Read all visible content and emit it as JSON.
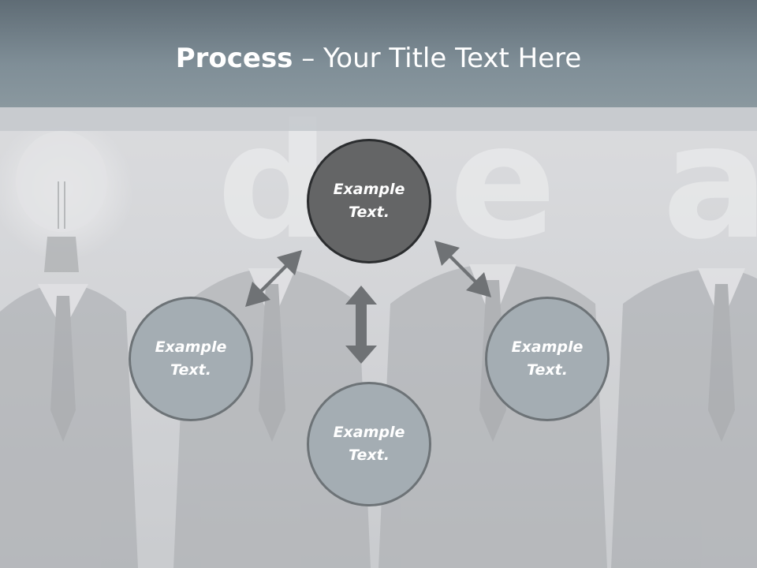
{
  "title": {
    "bold": "Process",
    "rest": " – Your Title Text Here"
  },
  "nodes": {
    "center": {
      "line1": "Example",
      "line2": "Text."
    },
    "left": {
      "line1": "Example",
      "line2": "Text."
    },
    "right": {
      "line1": "Example",
      "line2": "Text."
    },
    "bottom": {
      "line1": "Example",
      "line2": "Text."
    }
  },
  "colors": {
    "center_fill": "#646566",
    "node_fill": "#a4adb3",
    "arrow": "#6f7275"
  }
}
